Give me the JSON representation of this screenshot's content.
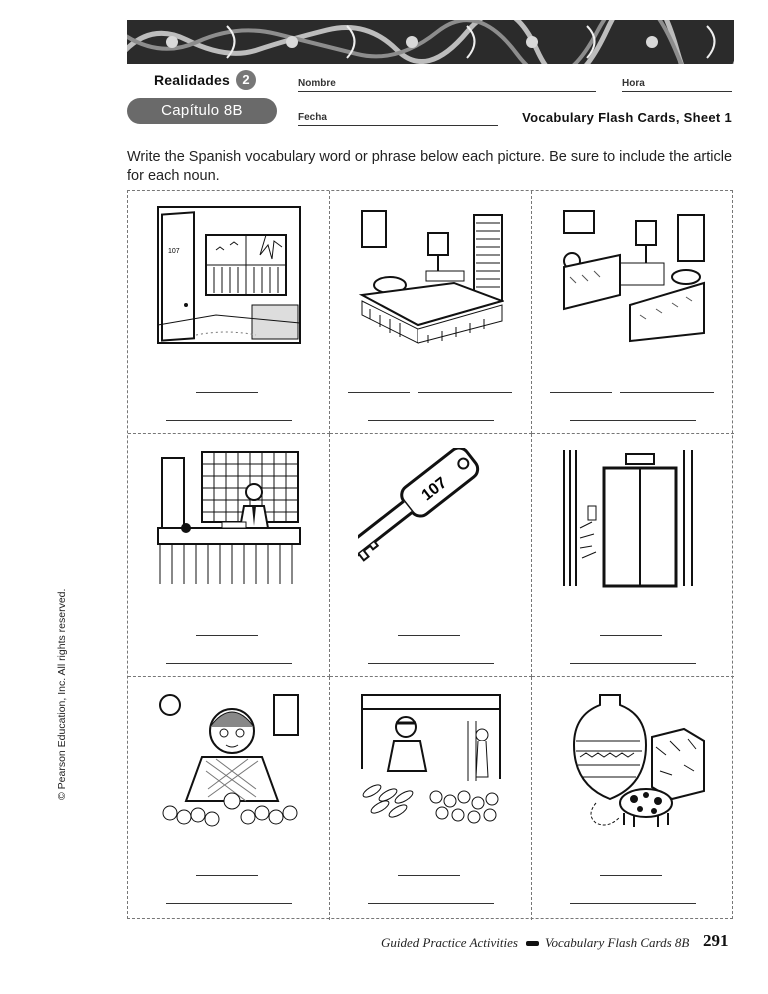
{
  "header": {
    "book": "Realidades",
    "level": "2",
    "chapter": "Capítulo 8B",
    "name_label": "Nombre",
    "hour_label": "Hora",
    "date_label": "Fecha",
    "sheet_title": "Vocabulary Flash Cards, Sheet 1"
  },
  "instructions": "Write the Spanish vocabulary word or phrase below each picture. Be sure to include the article for each noun.",
  "copyright": "© Pearson Education, Inc. All rights reserved.",
  "cards": [
    {
      "illustration": "hotel-room-door-icon",
      "room_number": "107"
    },
    {
      "illustration": "single-bed-room-icon"
    },
    {
      "illustration": "double-bed-room-icon"
    },
    {
      "illustration": "hotel-reception-desk-icon"
    },
    {
      "illustration": "room-key-icon",
      "key_number": "107"
    },
    {
      "illustration": "elevator-icon"
    },
    {
      "illustration": "market-vendor-icon"
    },
    {
      "illustration": "outdoor-market-icon"
    },
    {
      "illustration": "souvenir-crafts-icon"
    }
  ],
  "footer": {
    "left": "Guided Practice Activities",
    "right": "Vocabulary Flash Cards 8B",
    "page": "291"
  }
}
